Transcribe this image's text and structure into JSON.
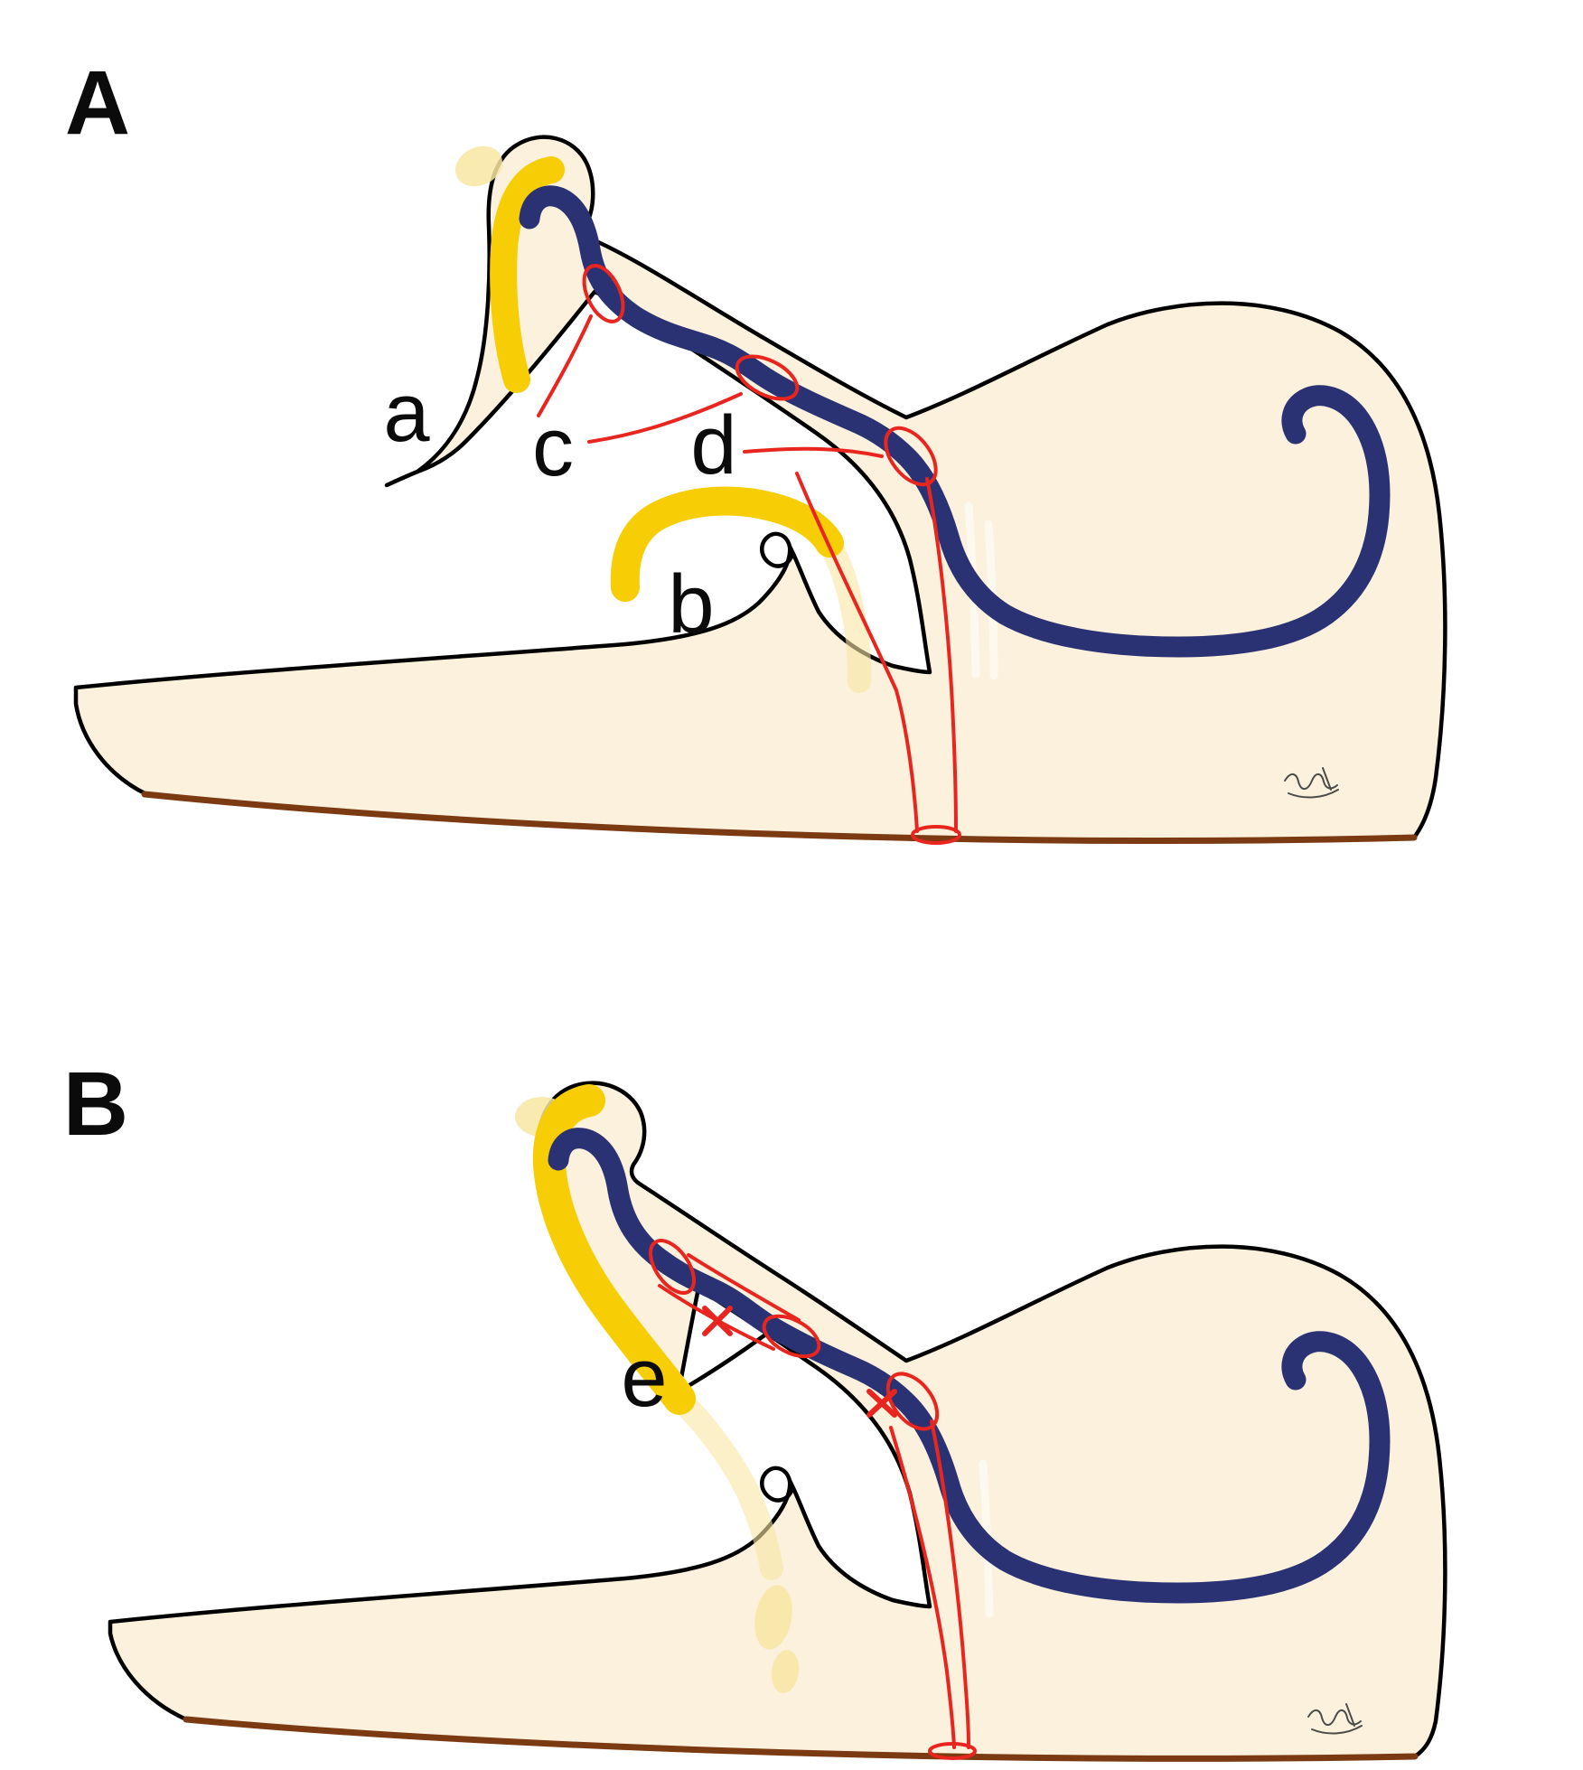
{
  "figure": {
    "panels": [
      {
        "letter": "A",
        "labels": [
          "a",
          "b",
          "c",
          "d"
        ]
      },
      {
        "letter": "B",
        "labels": [
          "e"
        ]
      }
    ],
    "colors": {
      "background": "#ffffff",
      "tissue-fill": "#fbf1dc",
      "tissue-outline": "#000000",
      "mucosa-navy": "#2b3274",
      "cartilage-yellow": "#f7cd05",
      "cartilage-pale": "#f8e6a2",
      "annotation-red": "#e8261f",
      "baseline-brown": "#7c3a12"
    }
  }
}
